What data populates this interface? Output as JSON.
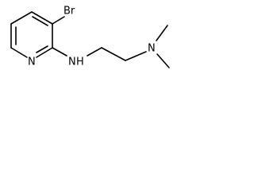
{
  "molecule": {
    "atoms": {
      "bromine": "Br",
      "ring_nitrogen": "N",
      "amine_nitrogen": "N",
      "amine_hydrogen": "H",
      "dimethylamino_nitrogen": "N"
    }
  }
}
